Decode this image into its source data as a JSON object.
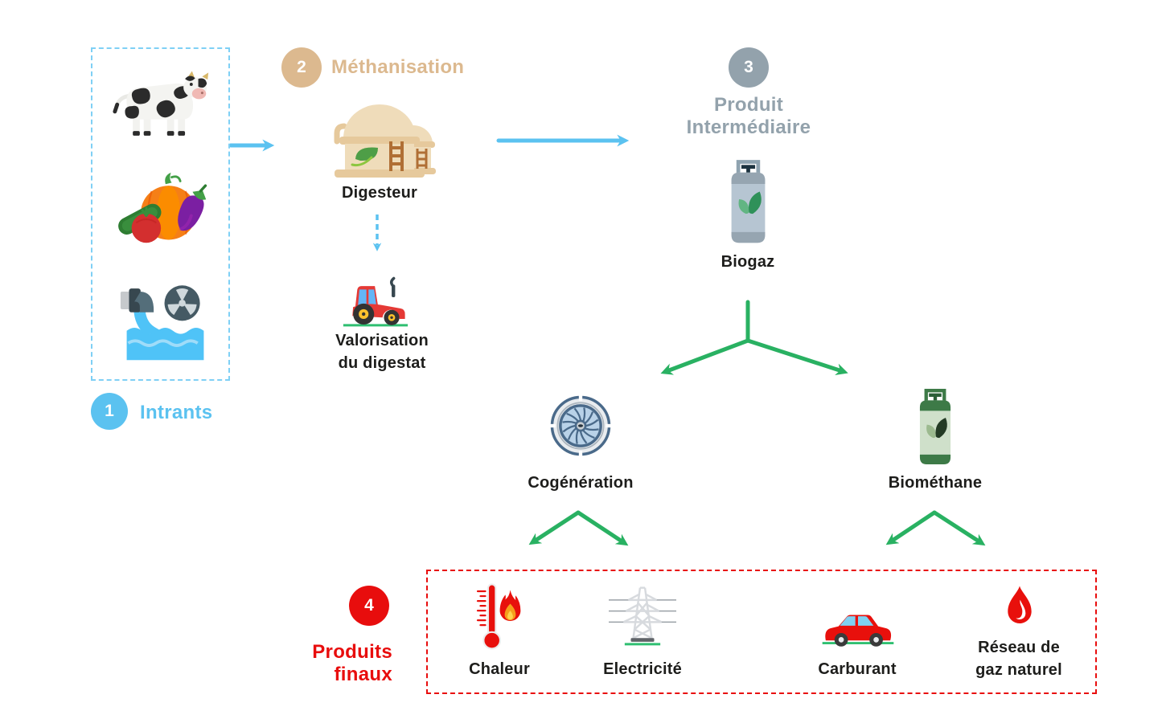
{
  "diagram_title": "Méthanisation process flow (biogas production)",
  "steps": {
    "s1": {
      "number": "1",
      "label": "Intrants"
    },
    "s2": {
      "number": "2",
      "label": "Méthanisation"
    },
    "s3": {
      "number": "3",
      "label_l1": "Produit",
      "label_l2": "Intermédiaire"
    },
    "s4": {
      "number": "4",
      "label_l1": "Produits",
      "label_l2": "finaux"
    }
  },
  "nodes": {
    "digesteur": "Digesteur",
    "valorisation_l1": "Valorisation",
    "valorisation_l2": "du digestat",
    "biogaz": "Biogaz",
    "cogeneration": "Cogénération",
    "biomethane": "Biométhane",
    "chaleur": "Chaleur",
    "electricite": "Electricité",
    "carburant": "Carburant",
    "reseau_l1": "Réseau de",
    "reseau_l2": "gaz naturel"
  },
  "icons": {
    "cow-icon": "dairy cow (intrant: effluents d'élevage)",
    "vegetables-icon": "vegetables (intrant: déchets organiques)",
    "wastewater-pipe-icon": "wastewater pipe with radiation badge (intrant: boues/eaux usées)",
    "digester-icon": "anaerobic digester domes",
    "tractor-icon": "tractor (spreading digestate)",
    "biogaz-cylinder-icon": "blue-grey gas cylinder with leaves",
    "turbine-icon": "cogeneration turbine fan",
    "biomethane-cylinder-icon": "green gas cylinder with leaves",
    "thermometer-flame-icon": "thermometer with flame (heat)",
    "power-pylon-icon": "electricity transmission pylon",
    "car-icon": "red car (fuel)",
    "flame-icon": "red gas flame (natural gas grid)"
  },
  "colors": {
    "step1_blue": "#5bc2f0",
    "step2_tan": "#dcb98f",
    "step3_gray": "#93a2ac",
    "step4_red": "#e80d0d",
    "arrow_blue": "#5bc2f0",
    "arrow_green": "#29b162",
    "label_dark": "#1d1d1b"
  }
}
